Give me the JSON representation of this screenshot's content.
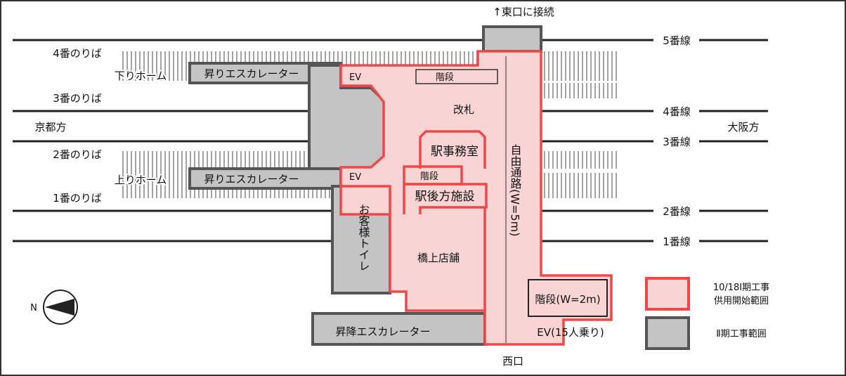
{
  "top_label": "↑東口に接続",
  "bottom_label": "西口",
  "directions": {
    "left": "京都方",
    "right": "大阪方"
  },
  "platforms_left": [
    "4番のりば",
    "3番のりば",
    "2番のりば",
    "1番のりば"
  ],
  "homes": {
    "down": "下りホーム",
    "up": "上りホーム"
  },
  "tracks_right": [
    "5番線",
    "4番線",
    "3番線",
    "2番線",
    "1番線"
  ],
  "rooms": {
    "escalator_up_top": "昇りエスカレーター",
    "escalator_up_bottom": "昇りエスカレーター",
    "escalator_updown": "昇降エスカレーター",
    "ev_top": "EV",
    "ev_mid": "EV",
    "stairs_top": "階段",
    "stairs_mid": "階段",
    "ticket_gate": "改札",
    "station_office": "駅事務室",
    "backyard": "駅後方施設",
    "passage": "自由通路(W=5m)",
    "toilet": "お客様トイレ",
    "shop": "橋上店舗",
    "stairs_w2": "階段(W=2m)",
    "ev_15": "EV(15人乗り)"
  },
  "compass": "N",
  "legend": [
    {
      "line1": "10/18Ⅰ期工事",
      "line2": "供用開始範囲",
      "color": "#f9d4d4",
      "border": "#f04848"
    },
    {
      "line1": "Ⅱ期工事範囲",
      "color": "#c4c4c4",
      "border": "#555555"
    }
  ]
}
